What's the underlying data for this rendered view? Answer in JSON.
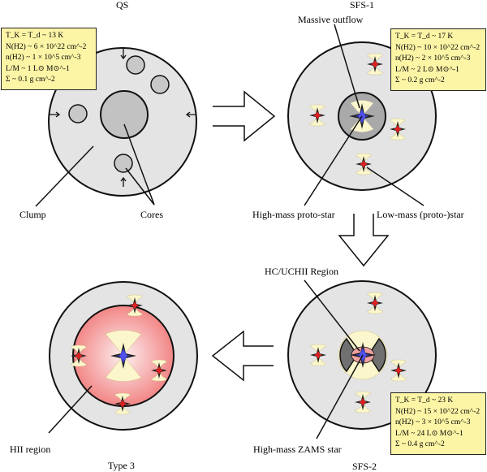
{
  "colors": {
    "clump": "#e4e4e4",
    "core": "#c4c4c4",
    "core_dark": "#7a7a7a",
    "hii_region": "#f48a8a",
    "box_fill": "#fdf5a6",
    "low_mass_star": "#e02020",
    "high_mass_star": "#4040e0",
    "outflow": "#fbf6cc"
  },
  "panels": {
    "qs": {
      "title": "QS",
      "labels": {
        "clump": "Clump",
        "cores": "Cores"
      },
      "box": [
        "T_K = T_d ~ 13 K",
        "N(H2) ~ 6 × 10^22 cm^-2",
        "n(H2) ~ 1 × 10^5 cm^-3",
        "L/M ~ 1 L⊙ M⊙^-1",
        "Σ ~ 0.1 g cm^-2"
      ]
    },
    "sfs1": {
      "title": "SFS-1",
      "labels": {
        "outflow": "Massive outflow",
        "high_mass": "High-mass proto-star",
        "low_mass": "Low-mass (proto-)star"
      },
      "box": [
        "T_K = T_d ~ 17 K",
        "N(H2) ~ 10 × 10^22 cm^-2",
        "n(H2) ~ 2 × 10^5 cm^-3",
        "L/M ~ 2 L⊙ M⊙^-1",
        "Σ ~ 0.2 g cm^-2"
      ]
    },
    "sfs2": {
      "title": "SFS-2",
      "labels": {
        "hc_region": "HC/UCHII Region",
        "zams": "High-mass ZAMS star"
      },
      "box": [
        "T_K = T_d ~ 23 K",
        "N(H2) ~ 15 × 10^22 cm^-2",
        "n(H2) ~ 3 × 10^5 cm^-3",
        "L/M ~ 24 L⊙ M⊙^-1",
        "Σ ~ 0.4 g cm^-2"
      ]
    },
    "type3": {
      "title": "Type 3",
      "labels": {
        "hii": "HII region"
      }
    }
  }
}
